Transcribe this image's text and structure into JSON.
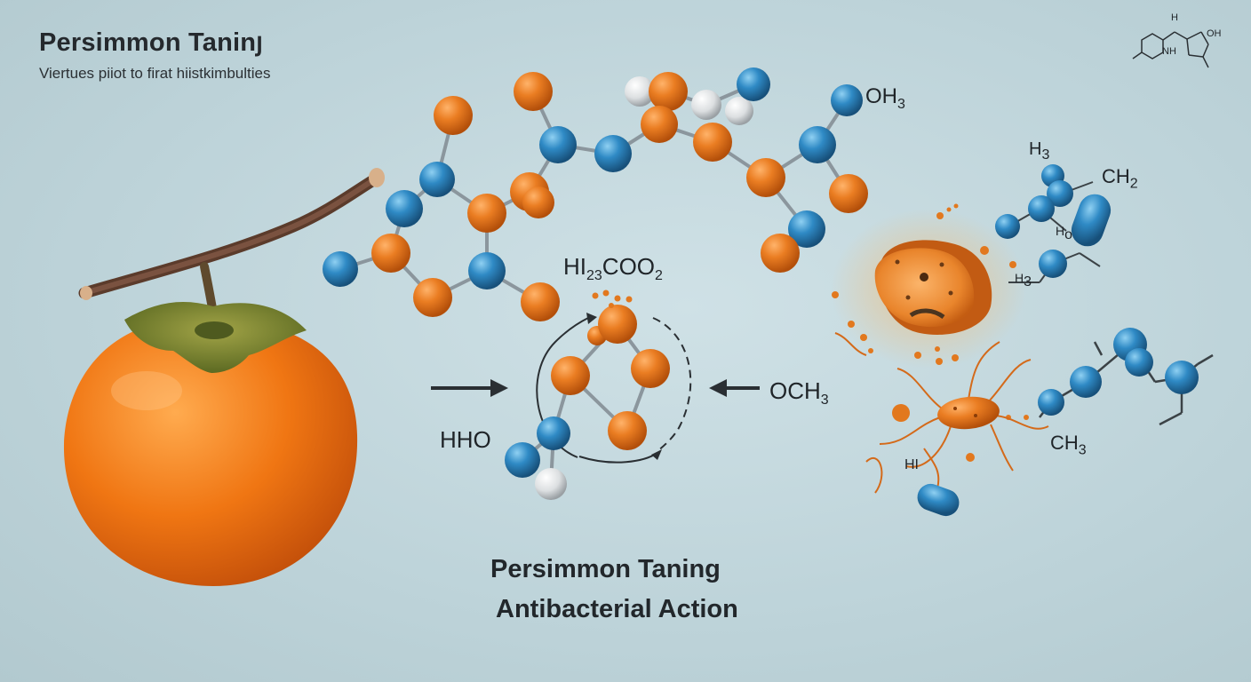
{
  "header": {
    "title": "Persimmon Taninյ",
    "subtitle": "Viertues piiot to firat hiistkimbulties"
  },
  "formula_labels": {
    "oh3": {
      "main": "OH",
      "sub": "3"
    },
    "ch2_top": {
      "main": "CH",
      "sub": "2"
    },
    "h_top": {
      "main": "H",
      "sub": "3"
    },
    "center_formula": {
      "main": "HI",
      "sub": "23",
      "tail": "COO",
      "tail_sub": "2"
    },
    "hho": {
      "main": "HHO"
    },
    "och3": {
      "main": "OCH",
      "sub": "3"
    },
    "ch3_right": {
      "main": "CH",
      "sub": "3"
    },
    "h_small_1": {
      "main": "H",
      "sub": "3"
    },
    "h_small_2": {
      "main": "HI"
    },
    "h_small_3": {
      "main": "H",
      "sub": "o"
    },
    "corner_nh": "NH",
    "corner_oh": "OH",
    "corner_h": "H"
  },
  "caption": {
    "line1": "Persimmon Taning",
    "line2": "Antibacterial Action"
  },
  "colors": {
    "background": "#bdd3d9",
    "atom_orange": "#e2781e",
    "atom_blue": "#2e8ac4",
    "atom_white": "#e6e8ea",
    "persimmon": "#f07a14",
    "bond": "#8b969d"
  },
  "icons": [
    "persimmon-fruit-icon",
    "branch-icon",
    "arrow-right-icon",
    "arrow-left-icon",
    "cycle-arrow-icon",
    "bacteria-icon",
    "cut-persimmon-icon",
    "chemical-structure-icon"
  ]
}
